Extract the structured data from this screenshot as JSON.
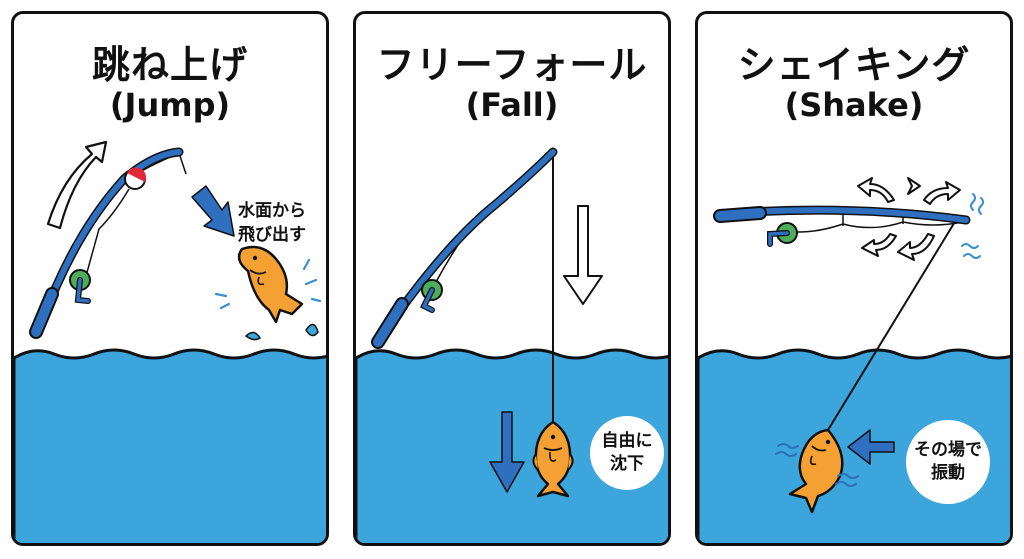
{
  "panels": [
    {
      "id": "jump",
      "title_jp": "跳ね上げ",
      "title_en": "(Jump)",
      "caption_line1": "水面から",
      "caption_line2": "飛び出す",
      "icons": [
        "fishing-rod-icon",
        "reel-icon",
        "float-bobber-icon",
        "curved-up-arrow-icon",
        "down-right-arrow-icon",
        "jumping-fish-icon",
        "water-splash-icon",
        "wave-water-icon"
      ]
    },
    {
      "id": "fall",
      "title_jp": "フリーフォール",
      "title_en": "(Fall)",
      "caption_line1": "自由に",
      "caption_line2": "沈下",
      "icons": [
        "fishing-rod-icon",
        "reel-icon",
        "fishing-line-icon",
        "outline-down-arrow-icon",
        "blue-down-arrow-icon",
        "hanging-fish-icon",
        "wave-water-icon"
      ]
    },
    {
      "id": "shake",
      "title_jp": "シェイキング",
      "title_en": "(Shake)",
      "caption_line1": "その場で",
      "caption_line2": "振動",
      "icons": [
        "fishing-rod-icon",
        "reel-icon",
        "shake-arrows-icon",
        "vibration-lines-icon",
        "left-arrow-icon",
        "shaking-fish-icon",
        "wave-water-icon"
      ]
    }
  ],
  "colors": {
    "water": "#3ba5dc",
    "rod": "#2e6fbf",
    "reel": "#4cae5a",
    "fish": "#f5a033",
    "float_red": "#e0283a",
    "outline": "#111111",
    "background": "#ffffff"
  }
}
